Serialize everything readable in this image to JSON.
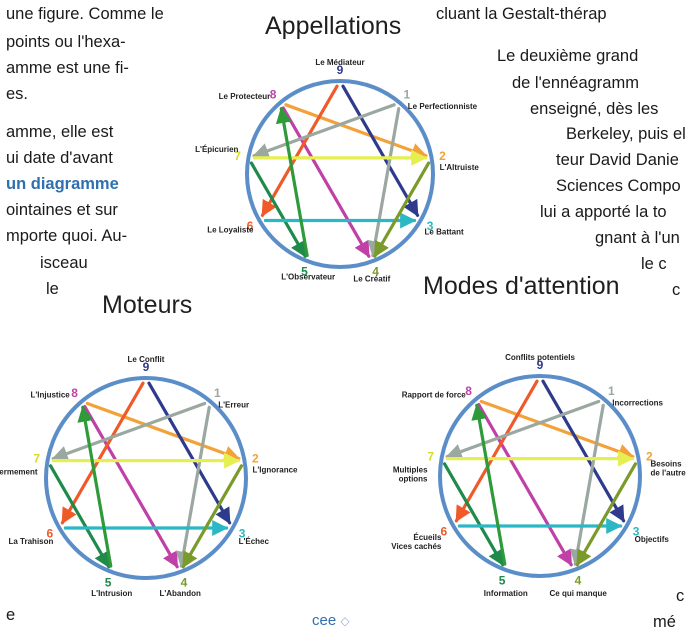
{
  "background_text": {
    "left": [
      "une figure. Comme le",
      "points  ou  l'hexa-",
      "amme est une fi-",
      "es.",
      "amme, elle est",
      "ui date d'avant",
      "un diagramme",
      "ointaines et sur",
      "mporte quoi. Au-",
      "isceau",
      "le",
      "e"
    ],
    "right": [
      "cluant la Gestalt-thérap",
      "Le deuxième grand",
      "de l'ennéagramm",
      "enseigné, dès les",
      "Berkeley, puis el",
      "teur David Danie",
      "Sciences Compo",
      "lui a apporté la to",
      "gnant à l'un",
      "le   c",
      "c",
      "c",
      "mé"
    ]
  },
  "logo_text": "cee",
  "colors": {
    "circle": "#5b8ec8",
    "line_8_4": "#c040a8",
    "line_8_2": "#f3a23a",
    "line_9_6": "#ef5a2a",
    "line_9_3": "#2e3a8c",
    "line_1_7": "#9aa8a0",
    "line_1_4": "#9aa8a0",
    "line_7_2": "#e6ef50",
    "line_7_5": "#1f8a4a",
    "line_6_3": "#2bb8c4",
    "line_5_8": "#2e9a3a",
    "line_2_4": "#7a9a2a",
    "num_9": "#2e3a8c",
    "num_8": "#c040a8",
    "num_1": "#9aa8a0",
    "num_2": "#f3a23a",
    "num_3": "#2bb8c4",
    "num_4": "#7a9a2a",
    "num_5": "#1f8a4a",
    "num_6": "#ef5a2a",
    "num_7": "#d4dc2c"
  },
  "diagrams": [
    {
      "title": "Appellations",
      "labels": {
        "9": "Le Médiateur",
        "8": "Le Protecteur",
        "1": "Le Perfectionniste",
        "7": "L'Épicurien",
        "2": "L'Altruiste",
        "6": "Le Loyaliste",
        "3": "Le Battant",
        "5": "L'Observateur",
        "4": "Le Créatif"
      }
    },
    {
      "title": "Moteurs",
      "labels": {
        "9": "Le Conflit",
        "8": "L'Injustice",
        "1": "L'Erreur",
        "7": "Enfermement",
        "2": "L'Ignorance",
        "6": "La Trahison",
        "3": "L'Échec",
        "5": "L'Intrusion",
        "4": "L'Abandon"
      }
    },
    {
      "title": "Modes d'attention",
      "labels": {
        "9": "Conflits potentiels",
        "8": "Rapport de force",
        "1": "Incorrections",
        "7": "Multiples options",
        "2": "Besoins de l'autre",
        "6": "Écueils Vices cachés",
        "3": "Objectifs",
        "5": "Information",
        "4": "Ce qui manque"
      }
    }
  ],
  "numbers": [
    "9",
    "8",
    "1",
    "7",
    "2",
    "6",
    "3",
    "5",
    "4"
  ]
}
